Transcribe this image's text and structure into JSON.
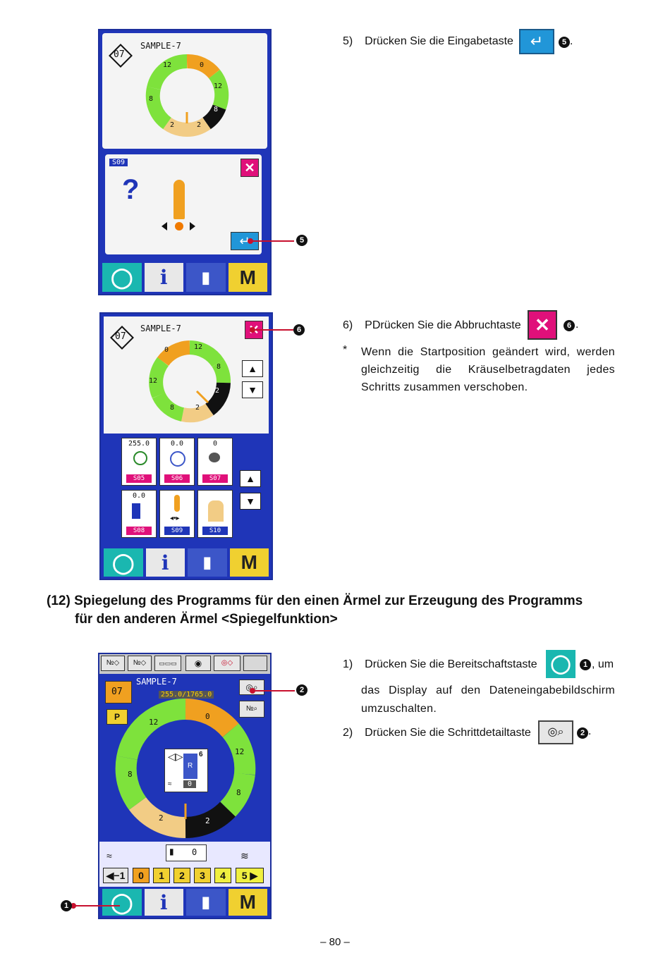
{
  "screen1": {
    "pattern_no": "07",
    "pattern_name": "SAMPLE-7",
    "ring_labels": [
      "12",
      "0",
      "12",
      "8",
      "2",
      "2",
      "8"
    ],
    "dialog_code": "S09",
    "question_mark": "?",
    "callout": "5"
  },
  "screen2": {
    "pattern_no": "07",
    "pattern_name": "SAMPLE-7",
    "ring_labels": [
      "0",
      "12",
      "8",
      "2",
      "2",
      "8",
      "12"
    ],
    "callout": "6",
    "tiles": [
      {
        "value": "255.0",
        "code": "S05",
        "color": "#e0107a"
      },
      {
        "value": "0.0",
        "code": "S06",
        "color": "#e0107a"
      },
      {
        "value": "0",
        "code": "S07",
        "color": "#e0107a"
      },
      {
        "value": "0.0",
        "code": "S08",
        "color": "#e0107a"
      },
      {
        "value": "",
        "code": "S09",
        "color": "#1f35b8"
      },
      {
        "value": "",
        "code": "S10",
        "color": "#1f35b8"
      }
    ]
  },
  "screen3": {
    "pattern_no": "07",
    "pattern_name": "SAMPLE-7",
    "length_display": "255.0/1765.0",
    "p_label": "P",
    "ring_labels": [
      "12",
      "0",
      "12",
      "8",
      "2",
      "2",
      "8"
    ],
    "center_r": "R",
    "center_6": "6",
    "center_0": "0",
    "counter_value": "0",
    "number_keys": [
      "◀−1",
      "0",
      "1",
      "2",
      "3",
      "4",
      "5 ▶"
    ],
    "callout_ready": "1",
    "callout_detail": "2"
  },
  "bottom_bar": {
    "info": "i",
    "mode": "M"
  },
  "text": {
    "step5_num": "5)",
    "step5_text": "Drücken Sie die Eingabetaste",
    "step5_callout": "5",
    "step6_num": "6)",
    "step6_text": "PDrücken Sie die Abbruchtaste",
    "step6_callout": "6",
    "note_star": "*",
    "note_text": "Wenn die Startposition geändert wird, werden gleichzeitig die Kräuselbetragdaten jedes Schritts zusammen verschoben.",
    "heading_line1": "(12) Spiegelung des Programms für den einen Ärmel zur Erzeugung des Programms",
    "heading_line2": "für den anderen Ärmel <Spiegelfunktion>",
    "step1_num": "1)",
    "step1_text_a": "Drücken Sie die Bereitschaftstaste",
    "step1_callout": "1",
    "step1_text_b": ", um",
    "step1_text_c": "das Display auf den Dateneingabebildschirm umzuschalten.",
    "step2_num": "2)",
    "step2_text": "Drücken Sie die Schrittdetailtaste",
    "step2_callout": "2",
    "period": ".",
    "page_number": "– 80 –"
  },
  "colors": {
    "blue": "#1f35b8",
    "green": "#7ee23c",
    "orange": "#f0a020",
    "tan": "#f2cc85",
    "black": "#111111",
    "magenta": "#e0107a",
    "teal": "#1ab7b0",
    "enter_blue": "#2196d8",
    "leader_red": "#c8102e"
  }
}
